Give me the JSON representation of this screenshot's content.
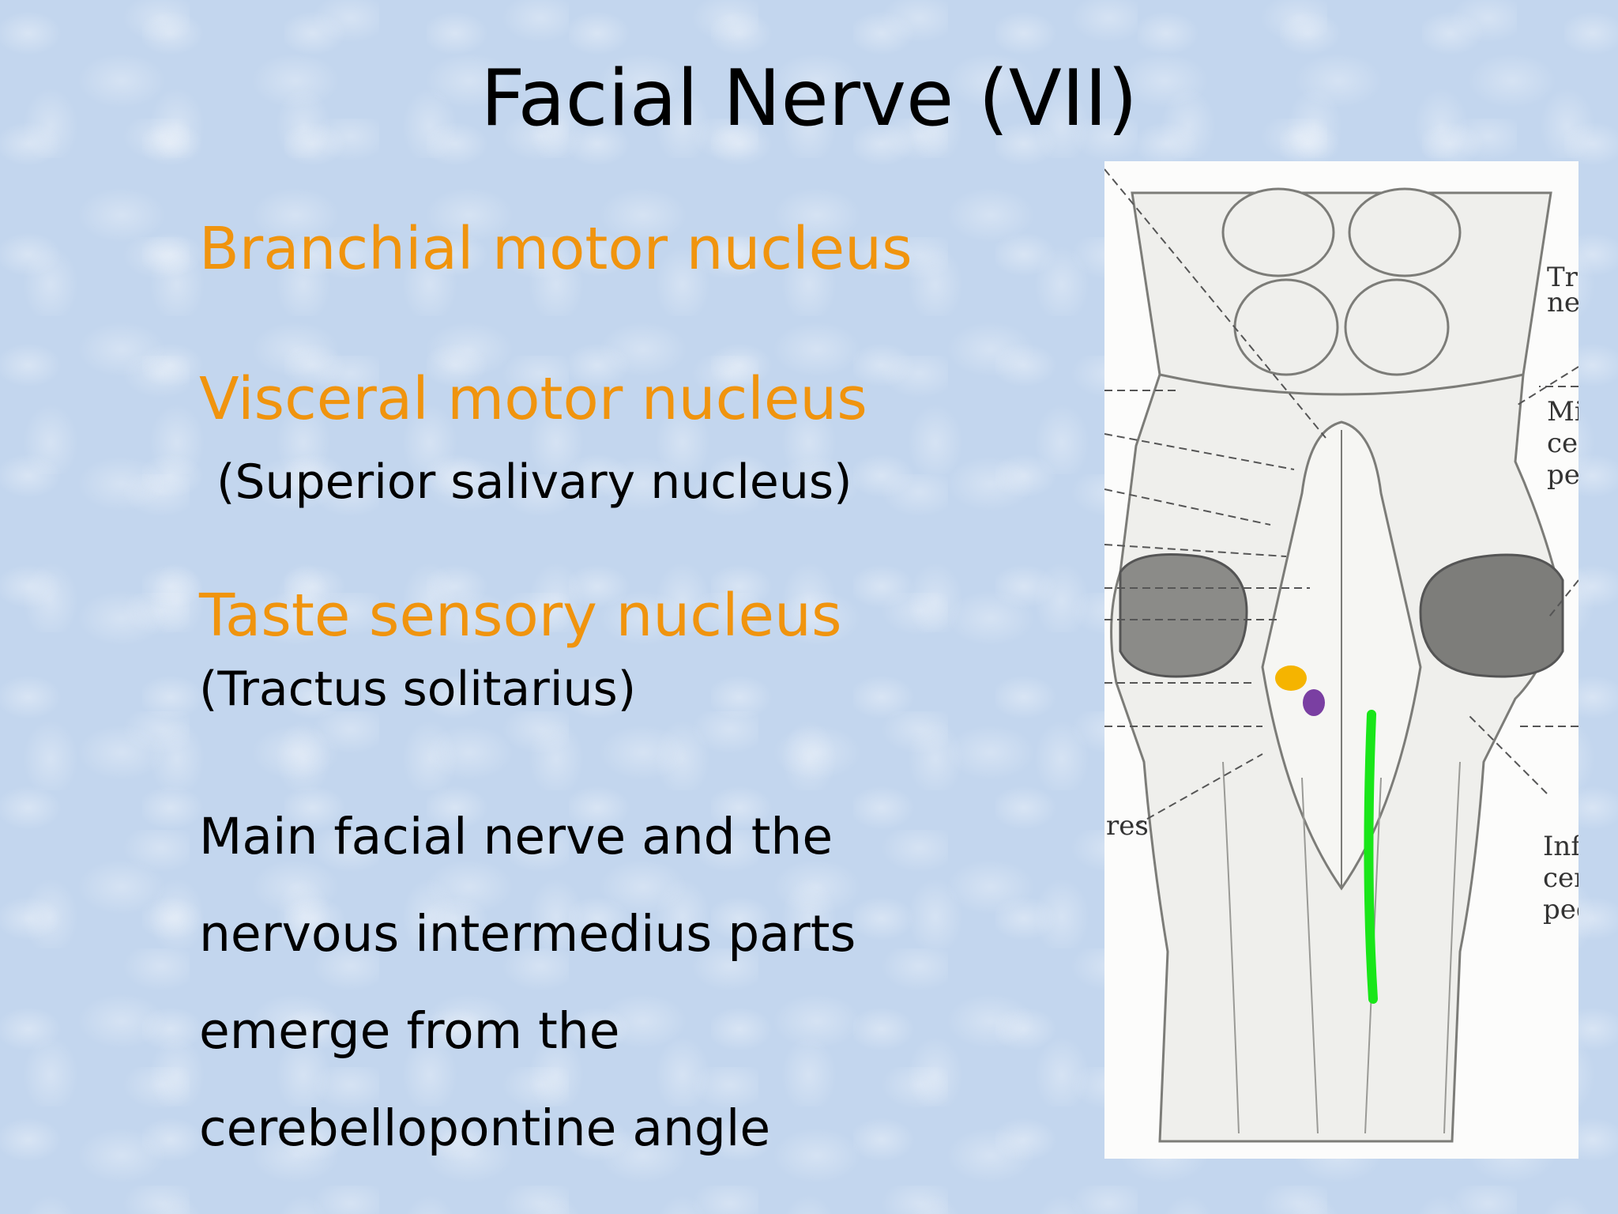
{
  "slide": {
    "title": "Facial Nerve (VII)",
    "items": [
      {
        "heading": "Branchial motor nucleus"
      },
      {
        "heading": "Visceral motor nucleus",
        "note": "(Superior salivary nucleus)"
      },
      {
        "heading": "Taste sensory nucleus",
        "note": "(Tractus solitarius)"
      }
    ],
    "description_lines": [
      "Main facial nerve and the",
      "nervous intermedius parts",
      "emerge  from the",
      "cerebellopontine angle"
    ]
  },
  "figure": {
    "labels": {
      "trochlear": [
        "Tro",
        "ner"
      ],
      "middle": [
        "Mic",
        "cer",
        "pec"
      ],
      "inferior": [
        "Infe",
        "cere",
        "ped"
      ],
      "left": "res"
    },
    "markers": [
      {
        "name": "yellow-dot",
        "color": "#f5b400"
      },
      {
        "name": "purple-dot",
        "color": "#7a3fa2"
      },
      {
        "name": "green-line",
        "color": "#19e619"
      }
    ]
  }
}
